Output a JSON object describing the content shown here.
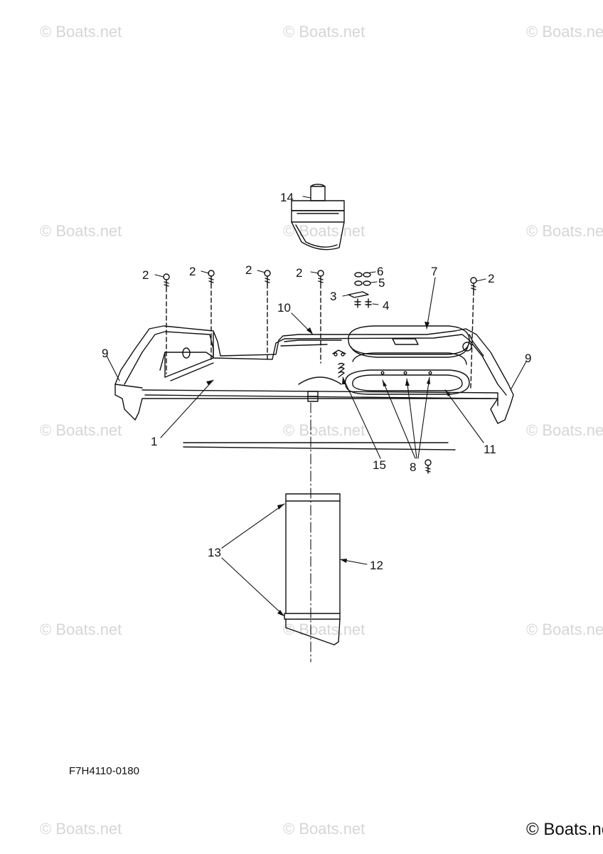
{
  "diagram": {
    "drawing_code": "F7H4110-0180",
    "copyright": "© Boats.net",
    "watermark_text": "© Boats.net",
    "callouts": [
      {
        "id": "c14",
        "label": "14"
      },
      {
        "id": "c2a",
        "label": "2"
      },
      {
        "id": "c2b",
        "label": "2"
      },
      {
        "id": "c2c",
        "label": "2"
      },
      {
        "id": "c2d",
        "label": "2"
      },
      {
        "id": "c2e",
        "label": "2"
      },
      {
        "id": "c6",
        "label": "6"
      },
      {
        "id": "c5",
        "label": "5"
      },
      {
        "id": "c3",
        "label": "3"
      },
      {
        "id": "c4",
        "label": "4"
      },
      {
        "id": "c7",
        "label": "7"
      },
      {
        "id": "c10",
        "label": "10"
      },
      {
        "id": "c9a",
        "label": "9"
      },
      {
        "id": "c9b",
        "label": "9"
      },
      {
        "id": "c1",
        "label": "1"
      },
      {
        "id": "c11",
        "label": "11"
      },
      {
        "id": "c15",
        "label": "15"
      },
      {
        "id": "c8",
        "label": "8"
      },
      {
        "id": "c13",
        "label": "13"
      },
      {
        "id": "c12",
        "label": "12"
      }
    ]
  }
}
